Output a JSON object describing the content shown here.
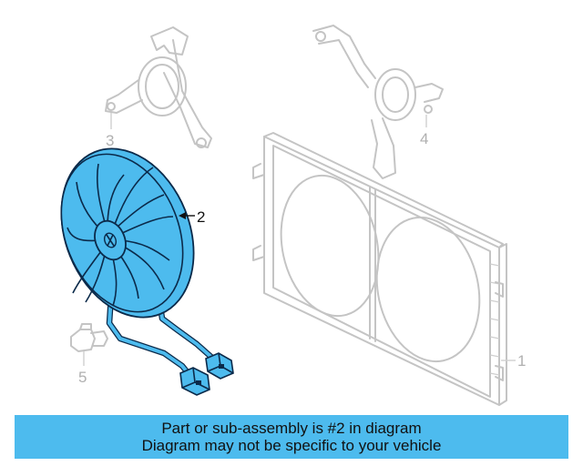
{
  "callouts": {
    "part_1": "1",
    "part_2": "2",
    "part_3": "3",
    "part_4": "4",
    "part_5": "5"
  },
  "banner": {
    "line1": "Part or sub-assembly is #2 in diagram",
    "line2": "Diagram may not be specific to your vehicle"
  },
  "colors": {
    "highlight_fill": "#4dbbee",
    "banner_background": "#4dbbee",
    "ghost_line": "#c4c4c4",
    "outline": "#0b2a4a"
  }
}
